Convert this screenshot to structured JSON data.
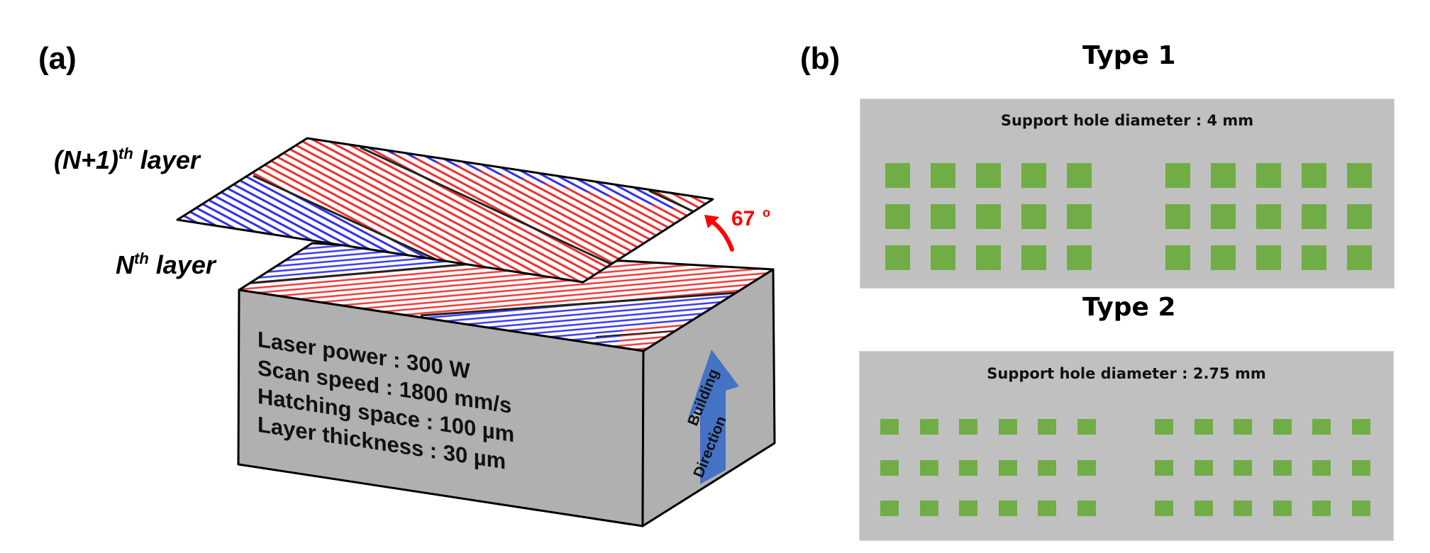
{
  "panel_a": {
    "label": "(a)",
    "upper_layer_label": {
      "prefix": "(N+1)",
      "sup": "th",
      "suffix": " layer"
    },
    "lower_layer_label": {
      "prefix": "N",
      "sup": "th",
      "suffix": " layer"
    },
    "rotation_angle": {
      "value": "67",
      "unit": "o"
    },
    "process_parameters": [
      "Laser power : 300 W",
      "Scan speed : 1800 mm/s",
      "Hatching space : 100 µm",
      "Layer thickness : 30 µm"
    ],
    "build_direction_label": [
      "Building",
      "Direction"
    ],
    "colors": {
      "hatch_red": "#ff3333",
      "hatch_blue": "#3333ff",
      "box_face": "#b0b0b0",
      "arrow_blue": "#4472c4",
      "angle_red": "#ff0000"
    }
  },
  "panel_b": {
    "label": "(b)",
    "types": [
      {
        "title": "Type 1",
        "caption": "Support hole diameter : 4 mm",
        "grid": {
          "groups": 2,
          "columns_per_group": 5,
          "rows": 3
        }
      },
      {
        "title": "Type 2",
        "caption": "Support hole diameter : 2.75 mm",
        "grid": {
          "groups": 2,
          "columns_per_group": 6,
          "rows": 3
        }
      }
    ],
    "colors": {
      "plate": "#c0c0c0",
      "hole": "#70ad47"
    }
  }
}
